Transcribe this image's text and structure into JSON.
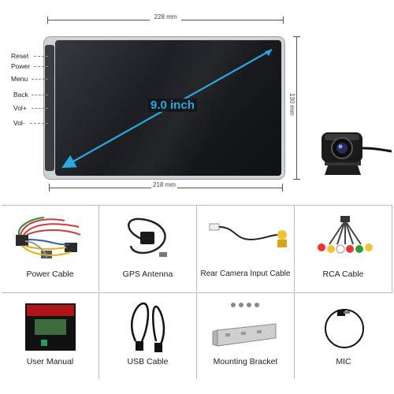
{
  "dimensions": {
    "width_top": "228 mm",
    "width_bottom": "218 mm",
    "height": "130 mm"
  },
  "screen": {
    "diagonal": "9.0 inch",
    "accent_color": "#27a9e1"
  },
  "side_buttons": [
    "Reset",
    "Power",
    "Menu",
    "Back",
    "Vol+",
    "Vol-"
  ],
  "accessories": {
    "row1": [
      "Power Cable",
      "GPS Antenna",
      "Rear Camera Input Cable",
      "RCA Cable"
    ],
    "row2": [
      "User Manual",
      "USB Cable",
      "Mounting Bracket",
      "MIC"
    ]
  },
  "icons": [
    "camera-icon",
    "power-cable-icon",
    "gps-antenna-icon",
    "camera-cable-icon",
    "rca-cable-icon",
    "manual-icon",
    "usb-cable-icon",
    "bracket-icon",
    "mic-icon"
  ]
}
